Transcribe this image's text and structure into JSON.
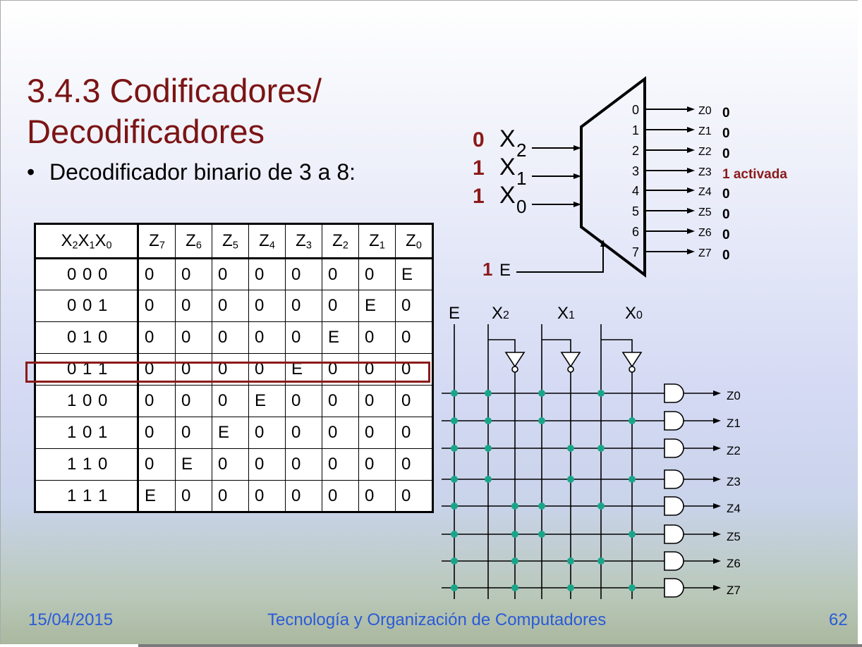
{
  "title_line1": "3.4.3 Codificadores/",
  "title_line2": "Decodificadores",
  "bullet_text": "Decodificador binario de 3 a 8:",
  "table": {
    "header_input": [
      "X",
      "2",
      "X",
      "1",
      "X",
      "0"
    ],
    "header_outputs": [
      [
        "Z",
        "7"
      ],
      [
        "Z",
        "6"
      ],
      [
        "Z",
        "5"
      ],
      [
        "Z",
        "4"
      ],
      [
        "Z",
        "3"
      ],
      [
        "Z",
        "2"
      ],
      [
        "Z",
        "1"
      ],
      [
        "Z",
        "0"
      ]
    ],
    "rows": [
      {
        "input": "0 0 0",
        "z": [
          "0",
          "0",
          "0",
          "0",
          "0",
          "0",
          "0",
          "E"
        ]
      },
      {
        "input": "0 0 1",
        "z": [
          "0",
          "0",
          "0",
          "0",
          "0",
          "0",
          "E",
          "0"
        ]
      },
      {
        "input": "0 1 0",
        "z": [
          "0",
          "0",
          "0",
          "0",
          "0",
          "E",
          "0",
          "0"
        ]
      },
      {
        "input": "0 1 1",
        "z": [
          "0",
          "0",
          "0",
          "0",
          "E",
          "0",
          "0",
          "0"
        ]
      },
      {
        "input": "1 0 0",
        "z": [
          "0",
          "0",
          "0",
          "E",
          "0",
          "0",
          "0",
          "0"
        ]
      },
      {
        "input": "1 0 1",
        "z": [
          "0",
          "0",
          "E",
          "0",
          "0",
          "0",
          "0",
          "0"
        ]
      },
      {
        "input": "1 1 0",
        "z": [
          "0",
          "E",
          "0",
          "0",
          "0",
          "0",
          "0",
          "0"
        ]
      },
      {
        "input": "1 1 1",
        "z": [
          "E",
          "0",
          "0",
          "0",
          "0",
          "0",
          "0",
          "0"
        ]
      }
    ],
    "highlighted_row": 3
  },
  "block": {
    "inputs": [
      {
        "value": "0",
        "letter": "X",
        "sub": "2"
      },
      {
        "value": "1",
        "letter": "X",
        "sub": "1"
      },
      {
        "value": "1",
        "letter": "X",
        "sub": "0"
      }
    ],
    "enable": {
      "value": "1",
      "label": "E"
    },
    "port_numbers": [
      "0",
      "1",
      "2",
      "3",
      "4",
      "5",
      "6",
      "7"
    ],
    "outputs": [
      {
        "label": "Z0",
        "value": "0"
      },
      {
        "label": "Z1",
        "value": "0"
      },
      {
        "label": "Z2",
        "value": "0"
      },
      {
        "label": "Z3",
        "value": "1 activada"
      },
      {
        "label": "Z4",
        "value": "0"
      },
      {
        "label": "Z5",
        "value": "0"
      },
      {
        "label": "Z6",
        "value": "0"
      },
      {
        "label": "Z7",
        "value": "0"
      }
    ]
  },
  "circuit": {
    "input_labels": [
      {
        "letter": "E",
        "sub": ""
      },
      {
        "letter": "X",
        "sub": "2"
      },
      {
        "letter": "X",
        "sub": "1"
      },
      {
        "letter": "X",
        "sub": "0"
      }
    ],
    "outputs": [
      "Z0",
      "Z1",
      "Z2",
      "Z3",
      "Z4",
      "Z5",
      "Z6",
      "Z7"
    ]
  },
  "footer": {
    "date": "15/04/2015",
    "course": "Tecnología y Organización de Computadores",
    "page": "62"
  },
  "colors": {
    "title": "#7b1414",
    "value_highlight": "#8b1a1a",
    "footer": "#2a5bd7",
    "junction": "#1aa58a"
  }
}
